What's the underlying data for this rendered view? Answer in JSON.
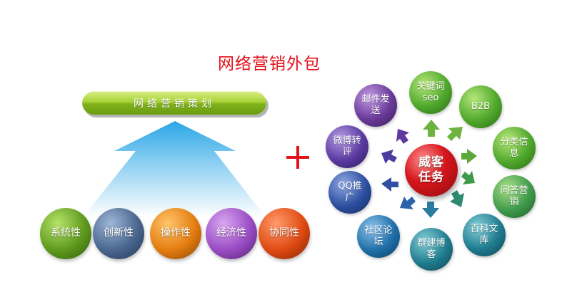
{
  "title": "网络营销外包",
  "strategy_bar": "网络营销策划",
  "pillars": [
    "系统性",
    "创新性",
    "操作性",
    "经济性",
    "协同性"
  ],
  "center": "威客任务",
  "nodes": [
    {
      "label": "关键词seo",
      "color": "#4fa82c"
    },
    {
      "label": "B2B",
      "color": "#4fa82c"
    },
    {
      "label": "分类信息",
      "color": "#4fa82c"
    },
    {
      "label": "问答营销",
      "color": "#4fa82c"
    },
    {
      "label": "百科文库",
      "color": "#1f7c8f"
    },
    {
      "label": "群建博客",
      "color": "#1f7c8f"
    },
    {
      "label": "社区论坛",
      "color": "#1f6fa8"
    },
    {
      "label": "QQ推广",
      "color": "#2c4fa0"
    },
    {
      "label": "微博转评",
      "color": "#5a3aa0"
    },
    {
      "label": "邮件发送",
      "color": "#6a3a9a"
    }
  ],
  "colors": {
    "title": "#e3121a",
    "plus": "#e3121a",
    "bar_green": "#7fb21b",
    "arrow_light_blue": "#a9dcf5",
    "center_red": "#d6161c"
  },
  "icons": [
    "plus-icon",
    "up-arrow-icon"
  ]
}
